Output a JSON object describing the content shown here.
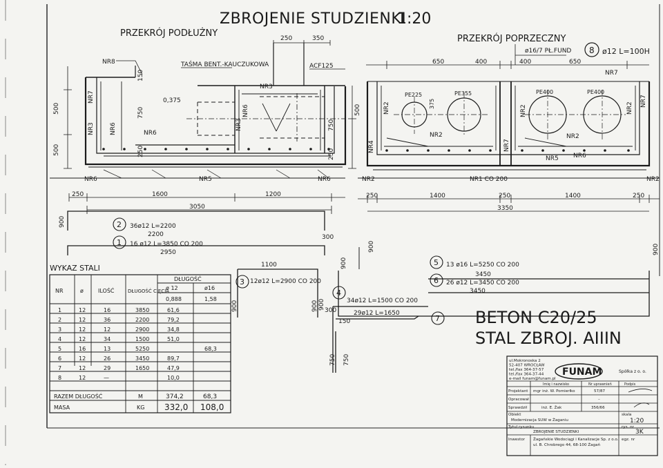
{
  "header": {
    "title": "ZBROJENIE STUDZIENKI",
    "scale": "1:20",
    "section_long": "PRZEKRÓJ PODŁUŻNY",
    "section_cross": "PRZEKRÓJ POPRZECZNY"
  },
  "long_section": {
    "tape_label": "TAŚMA BENT.-KAUCZUKOWA",
    "acf": "ACF125",
    "top_dims": [
      "250",
      "350"
    ],
    "labels": [
      "NR8",
      "NR7",
      "NR6",
      "NR6",
      "NR3",
      "NR6",
      "NR5",
      "NR6",
      "NR6",
      "NR3",
      "NR3"
    ],
    "level": "0,375",
    "dims_v": [
      "500",
      "500",
      "750",
      "250",
      "150",
      "500",
      "750",
      "250"
    ],
    "bottom_dims": [
      "250",
      "1600",
      "1200",
      "3050"
    ]
  },
  "cross_section": {
    "top_note": "ø16/7 PŁ.FUND",
    "bar8": "ø12 L=100H",
    "bar8_mark": "8",
    "top_dims": [
      "650",
      "400",
      "400",
      "650"
    ],
    "pipes": [
      "PE225",
      "PE355",
      "PE400",
      "PE400"
    ],
    "labels": [
      "NR7",
      "NR2",
      "NR2",
      "NR2",
      "NR2",
      "NR4",
      "NR7",
      "NR7",
      "NR5",
      "NR6",
      "NR2",
      "NR2",
      "NR2"
    ],
    "bottom_label": "NR1 CO 200",
    "dim_375": "375",
    "bottom_dims": [
      "250",
      "1400",
      "250",
      "1400",
      "250",
      "3350"
    ]
  },
  "bars": [
    {
      "mark": "2",
      "text": "36ø12  L=2200",
      "dim": "2200"
    },
    {
      "mark": "1",
      "text": "16 ø12  L=3850 CO 200",
      "dim": "2950"
    },
    {
      "mark": "3",
      "text": "12ø12  L=2900 CO 200",
      "dim": "1100"
    },
    {
      "mark": "4",
      "text": "34ø12  L=1500 CO 200",
      "dim": "300"
    },
    {
      "mark": "5",
      "text": "13 ø16    L=5250 CO 200",
      "dim": "3450"
    },
    {
      "mark": "6",
      "text": "26 ø12    L=3450 CO 200",
      "dim": "3450"
    },
    {
      "mark": "7",
      "text": "29ø12  L=1650",
      "dim": "150"
    }
  ],
  "bar_dims": [
    "900",
    "900",
    "300",
    "900",
    "900",
    "900",
    "900",
    "750",
    "750",
    "900"
  ],
  "material": {
    "concrete": "BETON C20/25",
    "steel": "STAL ZBROJ. AIIIN"
  },
  "schedule": {
    "title": "WYKAZ STALI",
    "headers": {
      "nr": "NR",
      "phi": "ø",
      "count": "ILOŚĆ",
      "cut_len": "DŁUGOŚĆ CIĘCIA",
      "length": "DŁUGOŚĆ",
      "phi12": "ø 12",
      "phi16": "ø16",
      "w12": "0,888",
      "w16": "1,58"
    },
    "rows": [
      {
        "nr": "1",
        "phi": "12",
        "count": "16",
        "len": "3850",
        "l12": "61,6",
        "l16": ""
      },
      {
        "nr": "2",
        "phi": "12",
        "count": "36",
        "len": "2200",
        "l12": "79,2",
        "l16": ""
      },
      {
        "nr": "3",
        "phi": "12",
        "count": "12",
        "len": "2900",
        "l12": "34,8",
        "l16": ""
      },
      {
        "nr": "4",
        "phi": "12",
        "count": "34",
        "len": "1500",
        "l12": "51,0",
        "l16": ""
      },
      {
        "nr": "5",
        "phi": "16",
        "count": "13",
        "len": "5250",
        "l12": "",
        "l16": "68,3"
      },
      {
        "nr": "6",
        "phi": "12",
        "count": "26",
        "len": "3450",
        "l12": "89,7",
        "l16": ""
      },
      {
        "nr": "7",
        "phi": "12",
        "count": "29",
        "len": "1650",
        "l12": "47,9",
        "l16": ""
      },
      {
        "nr": "8",
        "phi": "12",
        "count": "—",
        "len": "",
        "l12": "10,0",
        "l16": ""
      }
    ],
    "total_len_label": "RAZEM  DŁUGOŚĆ",
    "total_len_unit": "M",
    "total_len_12": "374,2",
    "total_len_16": "68,3",
    "mass_label": "MASA",
    "mass_unit": "KG",
    "mass_12": "332,0",
    "mass_16": "108,0"
  },
  "title_block": {
    "address": [
      "ul.Mokronoska 2",
      "52-407 WROCŁAW",
      "tel./fax 364-37-57",
      "tel./fax 364-37-44",
      "e-mail funam@funam.pl"
    ],
    "logo": "FUNAM",
    "company_suffix": "Spółka z o. o.",
    "col_name": "Imię i nazwisko",
    "col_perm": "Nr uprawnień",
    "col_sign": "Podpis",
    "designer_label": "Projektant",
    "designer": "mgr inż. W. Pomierłko",
    "designer_perm": "57/87",
    "drafter_label": "Opracował",
    "drafter_perm": "–",
    "checker_label": "Sprawdził",
    "checker": "inż. E. Żak",
    "checker_perm": "356/66",
    "object_label": "Obiekt",
    "object": "Modernizacja SUW w Żaganiu",
    "scale_label": "skala",
    "scale": "1:20",
    "drawing_label": "Tytuł rysunku",
    "drawing": "ZBROJENIE STUDZIENKI",
    "drawing_no_label": "rys. nr",
    "drawing_no": "3K",
    "investor_label": "Inwestor",
    "investor": "Żagańskie Wodociągi i Kanalizacje Sp. z o.o.",
    "investor_addr": "ul. B. Chrobrego 44, 68-100 Żagań",
    "copy_no_label": "egz. nr"
  }
}
